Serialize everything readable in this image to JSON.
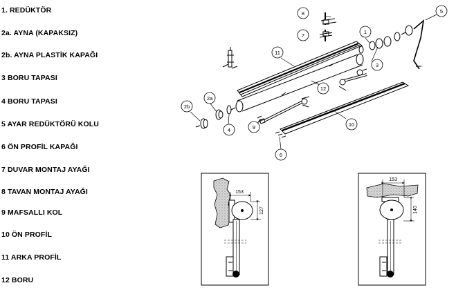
{
  "parts": [
    {
      "label": "1. REDÜKTÖR"
    },
    {
      "label": "2a. AYNA (KAPAKSIZ)"
    },
    {
      "label": "2b. AYNA PLASTİK KAPAĞI"
    },
    {
      "label": "3 BORU TAPASI"
    },
    {
      "label": "4 BORU TAPASI"
    },
    {
      "label": "5 AYAR REDÜKTÖRÜ KOLU"
    },
    {
      "label": "6 ÖN PROFİL KAPAĞI"
    },
    {
      "label": "7 DUVAR MONTAJ AYAĞI"
    },
    {
      "label": "8 TAVAN MONTAJ AYAĞI"
    },
    {
      "label": "9 MAFSALLI KOL"
    },
    {
      "label": "10 ÖN PROFİL"
    },
    {
      "label": "11 ARKA PROFİL"
    },
    {
      "label": "12 BORU"
    }
  ],
  "callouts": {
    "c1": "1",
    "c2a": "2a",
    "c2b": "2b",
    "c3": "3",
    "c4": "4",
    "c5": "5",
    "c6": "6",
    "c7": "7",
    "c8": "8",
    "c9": "9",
    "c10": "10",
    "c11": "11",
    "c12": "12"
  },
  "wall_mount_detail": {
    "width_dim": "153",
    "height_dim": "127"
  },
  "ceiling_mount_detail": {
    "width_dim": "153",
    "height_dim": "140"
  }
}
